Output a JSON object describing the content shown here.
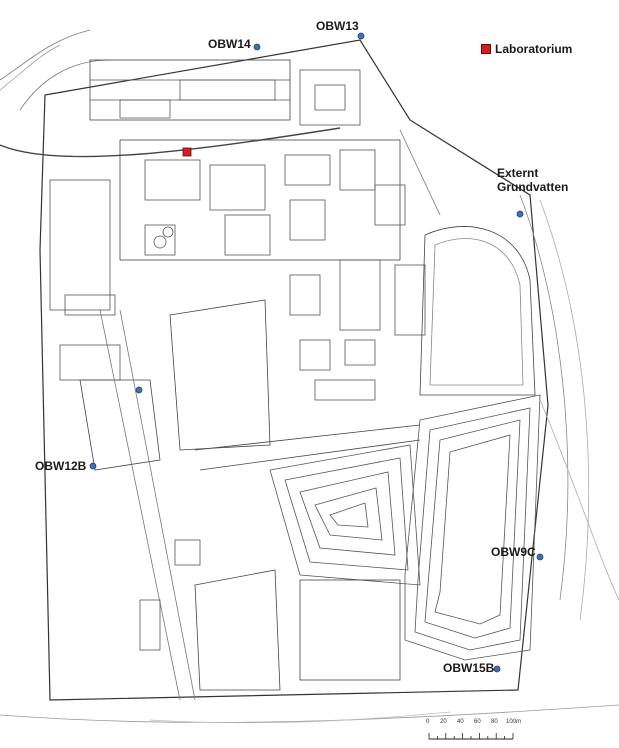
{
  "legend": {
    "label": "Laboratorium",
    "color": "#d11f1f"
  },
  "labels": {
    "obw14": "OBW14",
    "obw13": "OBW13",
    "extern_line1": "Externt",
    "extern_line2": "Grundvatten",
    "obw12b": "OBW12B",
    "obw9c": "OBW9C",
    "obw15b": "OBW15B"
  },
  "scale": {
    "ticks": [
      "0",
      "20",
      "40",
      "60",
      "80",
      "100m"
    ]
  },
  "marker_color": "#3f6fb5"
}
